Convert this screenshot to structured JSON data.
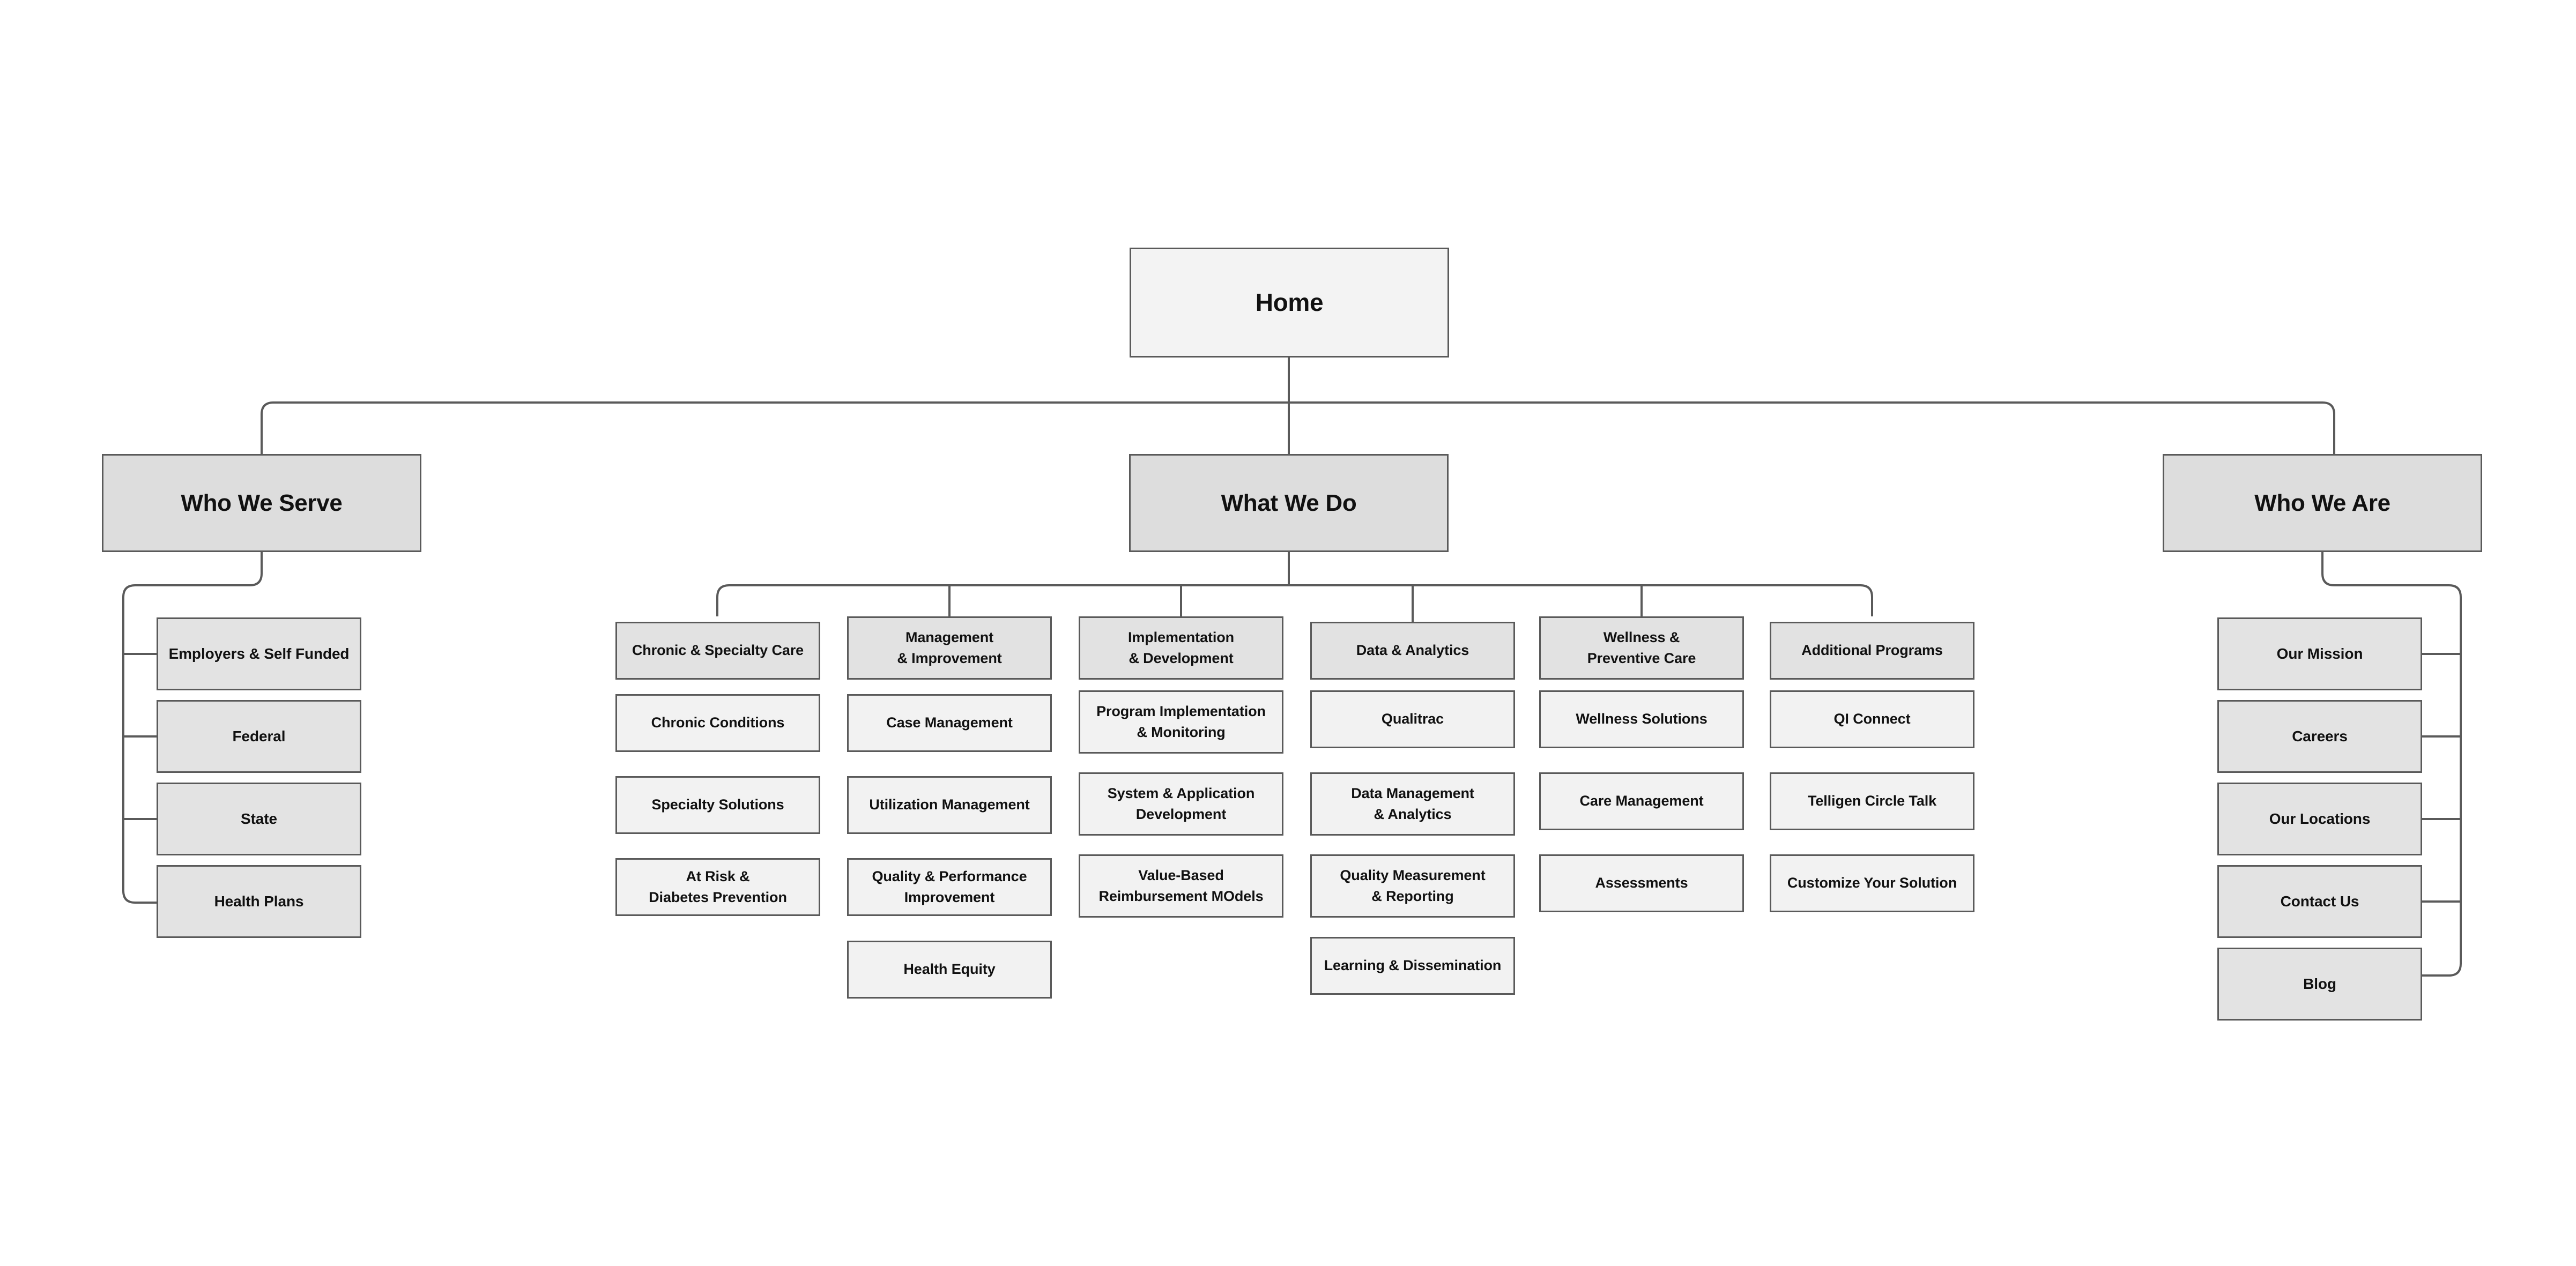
{
  "diagram": {
    "type": "sitemap",
    "title": "Home",
    "background": "#ffffff",
    "colors": {
      "root_fill": "#f3f3f3",
      "section_fill": "#dddddd",
      "category_fill": "#e2e2e2",
      "leaf_fill": "#f2f2f2",
      "side_fill": "#e3e3e3",
      "border": "#5a5a5a",
      "connector": "#5a5a5a",
      "text": "#111111"
    }
  },
  "root": {
    "label": "Home"
  },
  "sections": [
    {
      "label": "Who We Serve",
      "children": [
        {
          "label": "Employers & Self Funded"
        },
        {
          "label": "Federal"
        },
        {
          "label": "State"
        },
        {
          "label": "Health Plans"
        }
      ]
    },
    {
      "label": "What We Do",
      "categories": [
        {
          "label": "Chronic & Specialty Care",
          "lines": [
            "Chronic & Specialty Care"
          ],
          "children": [
            {
              "lines": [
                "Chronic Conditions"
              ]
            },
            {
              "lines": [
                "Specialty Solutions"
              ]
            },
            {
              "lines": [
                "At Risk &",
                "Diabetes Prevention"
              ]
            }
          ]
        },
        {
          "label": "Management & Improvement",
          "lines": [
            "Management",
            "& Improvement"
          ],
          "children": [
            {
              "lines": [
                "Case Management"
              ]
            },
            {
              "lines": [
                "Utilization Management"
              ]
            },
            {
              "lines": [
                "Quality & Performance",
                "Improvement"
              ]
            },
            {
              "lines": [
                "Health Equity"
              ]
            }
          ]
        },
        {
          "label": "Implementation & Development",
          "lines": [
            "Implementation",
            "& Development"
          ],
          "children": [
            {
              "lines": [
                "Program Implementation",
                "& Monitoring"
              ]
            },
            {
              "lines": [
                "System & Application",
                "Development"
              ]
            },
            {
              "lines": [
                "Value-Based",
                "Reimbursement MOdels"
              ]
            }
          ]
        },
        {
          "label": "Data & Analytics",
          "lines": [
            "Data & Analytics"
          ],
          "children": [
            {
              "lines": [
                "Qualitrac"
              ]
            },
            {
              "lines": [
                "Data Management",
                "& Analytics"
              ]
            },
            {
              "lines": [
                "Quality Measurement",
                "& Reporting"
              ]
            },
            {
              "lines": [
                "Learning & Dissemination"
              ]
            }
          ]
        },
        {
          "label": "Wellness & Preventive Care",
          "lines": [
            "Wellness &",
            "Preventive Care"
          ],
          "children": [
            {
              "lines": [
                "Wellness Solutions"
              ]
            },
            {
              "lines": [
                "Care Management"
              ]
            },
            {
              "lines": [
                "Assessments"
              ]
            }
          ]
        },
        {
          "label": "Additional Programs",
          "lines": [
            "Additional Programs"
          ],
          "children": [
            {
              "lines": [
                "QI Connect"
              ]
            },
            {
              "lines": [
                "Telligen Circle Talk"
              ]
            },
            {
              "lines": [
                "Customize Your Solution"
              ]
            }
          ]
        }
      ]
    },
    {
      "label": "Who We Are",
      "children": [
        {
          "label": "Our Mission"
        },
        {
          "label": "Careers"
        },
        {
          "label": "Our Locations"
        },
        {
          "label": "Contact Us"
        },
        {
          "label": "Blog"
        }
      ]
    }
  ]
}
